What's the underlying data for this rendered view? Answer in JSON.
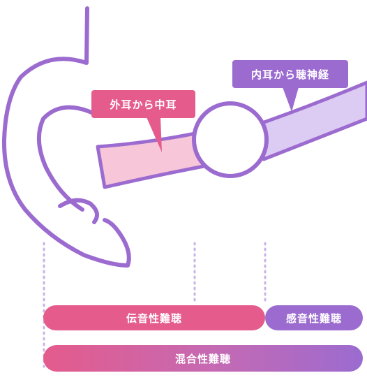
{
  "labels": {
    "outer_to_middle": "外耳から中耳",
    "inner_to_nerve": "内耳から聴神経"
  },
  "bars": {
    "conductive": "伝音性難聴",
    "sensorineural": "感音性難聴",
    "mixed": "混合性難聴"
  },
  "colors": {
    "pink": "#e45b8c",
    "purple": "#9b6bd0",
    "light_pink": "#f7c6d8",
    "light_purple": "#dccbf2",
    "outline": "#9b6bd0"
  }
}
